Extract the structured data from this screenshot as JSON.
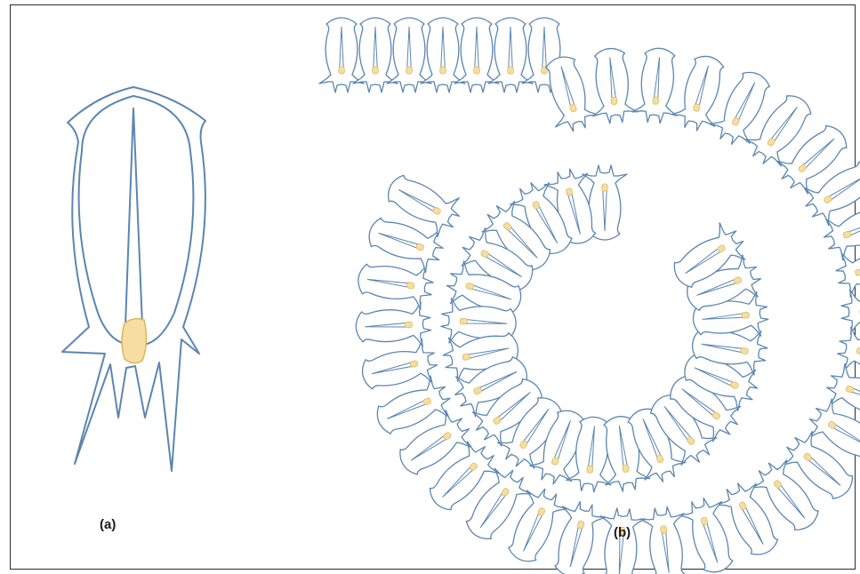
{
  "figure": {
    "panel_a": {
      "label": "(a)"
    },
    "panel_b": {
      "label": "(b)"
    }
  },
  "colors": {
    "outline": "#5b86b0",
    "fill": "#ffffff",
    "nucleus": "#f7dea0",
    "nucleus_stroke": "#d9b760",
    "frame": "#2b2b2b"
  },
  "icons": {
    "cell": "dinoflagellate-cell-icon",
    "chain": "spiral-cell-chain"
  }
}
